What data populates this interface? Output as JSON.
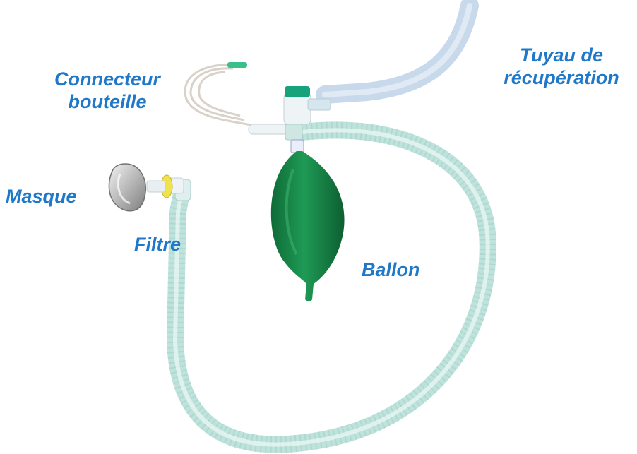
{
  "labels": {
    "connecteur_line1": "Connecteur",
    "connecteur_line2": "bouteille",
    "tuyau_line1": "Tuyau de",
    "tuyau_line2": "récupération",
    "masque": "Masque",
    "filtre": "Filtre",
    "ballon": "Ballon"
  },
  "colors": {
    "label_blue": "#1f78c8",
    "bag_green": "#1e8a4c",
    "tube_blue": "#c8d8ea",
    "tube_teal": "#bfe3dc"
  }
}
